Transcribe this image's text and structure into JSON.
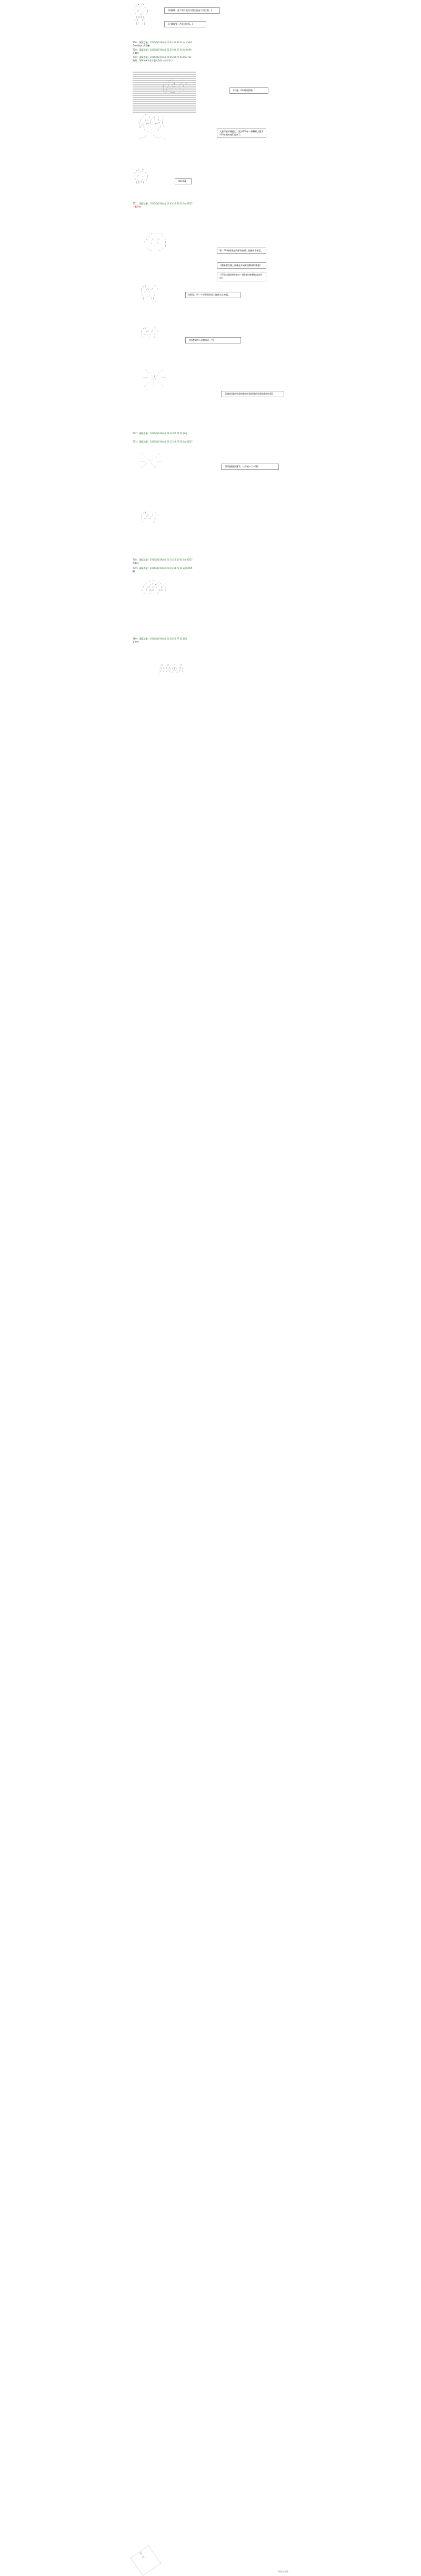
{
  "posts": [
    {
      "num": "728",
      "name": "弱気な星",
      "date": "2015/08/19(水) 22:02:36.62",
      "id": "ID:o4n0sK0",
      "text": "Goodbye, 丹羽樹"
    },
    {
      "num": "729",
      "name": "弱気な星",
      "date": "2015/08/19(水) 22:05:00.27",
      "id": "ID:4eAwR0",
      "text": "天知す"
    },
    {
      "num": "730",
      "name": "弱気な星",
      "date": "2015/08/19(水) 22:05:03.75",
      "id": "ID:H6DT0k",
      "text": "結局、今年マダラとは会えなかった小さい…"
    },
    {
      "num": "731",
      "name": "弱気な星",
      "date": "2015/08/19(水) 22:05:20.63",
      "id": "ID:GarKZQ7",
      "text": "一番不幸"
    },
    {
      "num": "772",
      "name": "弱気な星",
      "date": "2015/08/19(水) 22:12:07.71",
      "id": "ID:J5HJ",
      "text": ""
    },
    {
      "num": "773",
      "name": "弱気な星",
      "date": "2015/08/19(水) 22:12:20.75",
      "id": "ID:GarKZQ7",
      "text": ""
    },
    {
      "num": "778",
      "name": "弱気な星",
      "date": "2015/08/19(水) 22:14:26.56",
      "id": "ID:GarKZQ7",
      "text": "大笑い"
    },
    {
      "num": "779",
      "name": "弱気な星",
      "date": "2015/08/19(水) 22:14:34.71",
      "id": "ID:xdJAMAN",
      "text": "鴨"
    },
    {
      "num": "780",
      "name": "弱気な星",
      "date": "2015/08/19(水) 22:18:56.77",
      "id": "ID:J5HJ",
      "text": "天空す"
    }
  ],
  "bubbles": [
    "【求婚熊、这个男人现在可是已经走了回忆呢。】",
    "【不要接受，在走回大家。】",
    "【小星，6年时的梦想。】",
    "大量下前半輪廻に、或为600年一期算帐大量下400年間的魂们过来了。",
    "【D100】",
    "嗯，6年时候说起的那块空间，已经中了新型。",
    "【重来前在路上很难走开或来回期成的演变】",
    "【不没法我的新6年时一场6年时梦想的过去代价】",
    "在那里，另一个世界里的男人被称为上帝哦。",
    "【而遗失的人灵魂再给一个】",
    "【请联系我的外面的星的外面的星的外面的星的外面】",
    "【即期望重到星下，以下来一个一场】"
  ],
  "footer": "漫画台漫画"
}
